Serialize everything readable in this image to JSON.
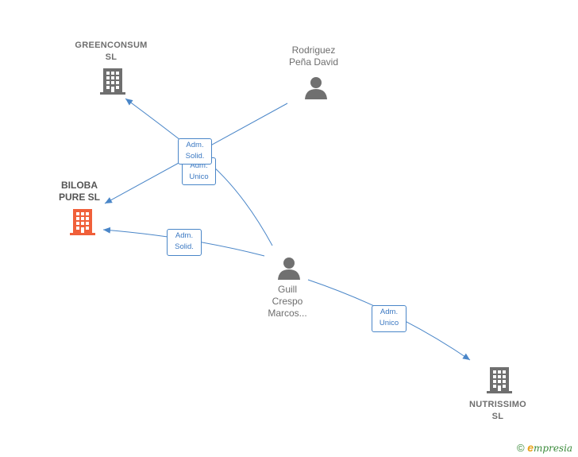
{
  "nodes": {
    "greenconsum": {
      "line1": "GREENCONSUM",
      "line2": "SL",
      "type": "company"
    },
    "rodriguez": {
      "line1": "Rodriguez",
      "line2": "Peña David",
      "type": "person"
    },
    "biloba": {
      "line1": "BILOBA",
      "line2": "PURE  SL",
      "type": "company-focus"
    },
    "guill": {
      "line1": "Guill",
      "line2": "Crespo",
      "line3": "Marcos...",
      "type": "person"
    },
    "nutrissimo": {
      "line1": "NUTRISSIMO",
      "line2": "SL",
      "type": "company"
    }
  },
  "edges": {
    "e1": {
      "line1": "Adm.",
      "line2": "Solid."
    },
    "e2": {
      "line1": "Adm.",
      "line2": "Unico"
    },
    "e3": {
      "line1": "Adm.",
      "line2": "Solid."
    },
    "e4": {
      "line1": "Adm.",
      "line2": "Unico"
    }
  },
  "footer": {
    "copyright": "©",
    "brand_e": "e",
    "brand_rest": "mpresia"
  },
  "colors": {
    "company": "#6f6f6f",
    "focus": "#f0603a",
    "person": "#707070",
    "edge": "#4a86c8"
  }
}
